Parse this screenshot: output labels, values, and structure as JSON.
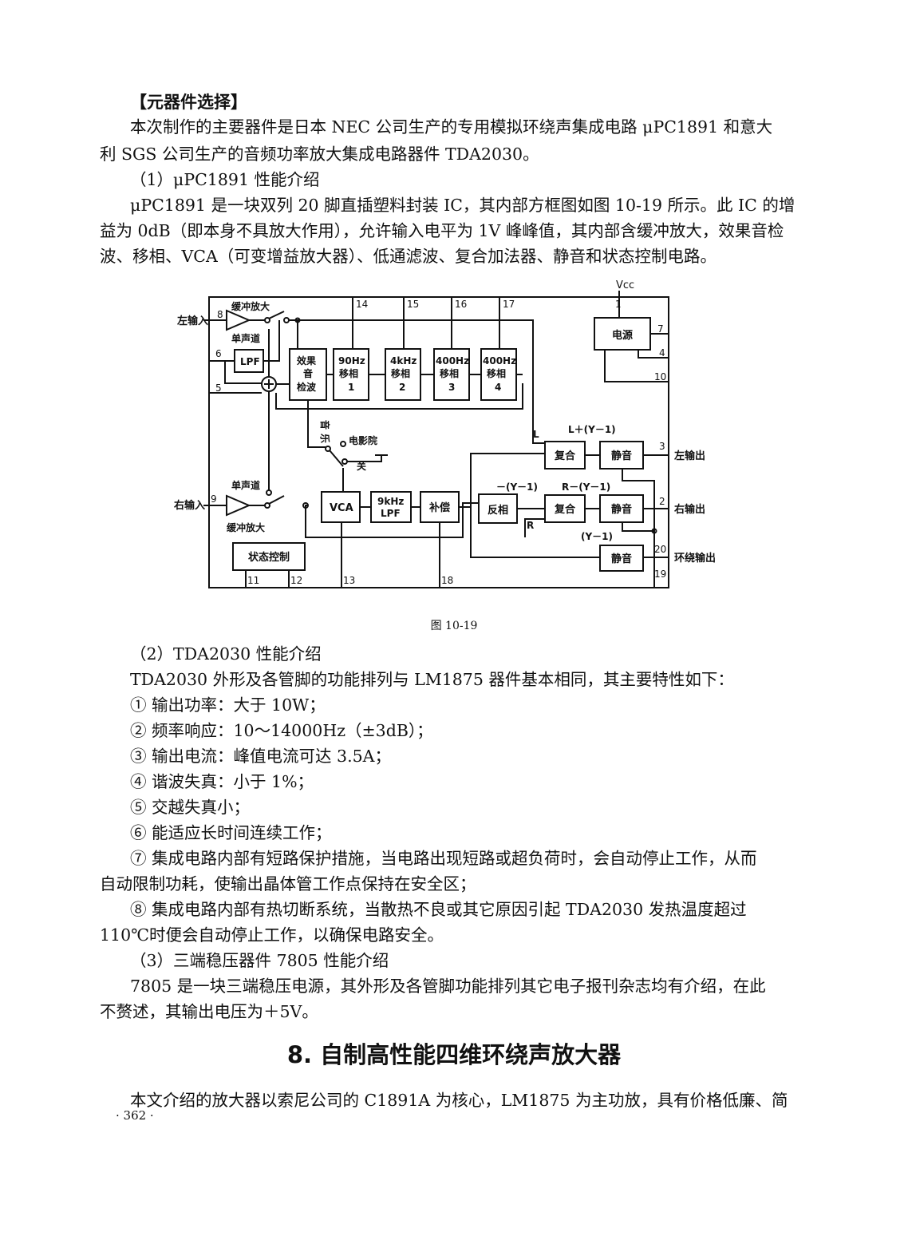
{
  "section": {
    "heading": "【元器件选择】",
    "intro_line1": "本次制作的主要器件是日本 NEC 公司生产的专用模拟环绕声集成电路 μPC1891 和意大",
    "intro_line2": "利 SGS 公司生产的音频功率放大集成电路器件 TDA2030。",
    "sub1_title": "（1）μPC1891 性能介绍",
    "sub1_line1": "μPC1891 是一块双列 20 脚直插塑料封装 IC，其内部方框图如图 10-19 所示。此 IC 的增",
    "sub1_line2": "益为 0dB（即本身不具放大作用），允许输入电平为 1V 峰峰值，其内部含缓冲放大，效果音检",
    "sub1_line3": "波、移相、VCA（可变增益放大器）、低通滤波、复合加法器、静音和状态控制电路。"
  },
  "diagram": {
    "caption": "图  10-19",
    "vcc": "Vcc",
    "left_input": "左输入",
    "right_input": "右输入",
    "buffer_amp_top": "缓冲放大",
    "buffer_amp_bottom": "缓冲放大",
    "mono_top": "单声道",
    "mono_bottom": "单声道",
    "lpf": "LPF",
    "effect_detect": [
      "效果",
      "音",
      "检波"
    ],
    "phase1": [
      "90Hz",
      "移相",
      "1"
    ],
    "phase2": [
      "4kHz",
      "移相",
      "2"
    ],
    "phase3": [
      "400Hz",
      "移相",
      "3"
    ],
    "phase4": [
      "400Hz",
      "移相",
      "4"
    ],
    "power": "电源",
    "music": [
      "音",
      "乐"
    ],
    "movie": "电影院",
    "off": "关",
    "vca": "VCA",
    "lpf9k": [
      "9kHz",
      "LPF"
    ],
    "compensate": "补偿",
    "invert": "反相",
    "combine_top": "复合",
    "combine_bottom": "复合",
    "mute_top": "静音",
    "mute_mid": "静音",
    "mute_bottom": "静音",
    "state_control": "状态控制",
    "label_L_plus": "L＋(Y－1)",
    "label_neg": "－(Y－1)",
    "label_R_minus": "R－(Y－1)",
    "label_Y": "(Y－1)",
    "label_L": "L",
    "label_R": "R",
    "left_out": "左输出",
    "right_out": "右输出",
    "surround_out": "环绕输出",
    "pins": {
      "p1": "1",
      "p2": "2",
      "p3": "3",
      "p4": "4",
      "p5": "5",
      "p6": "6",
      "p7": "7",
      "p8": "8",
      "p9": "9",
      "p10": "10",
      "p11": "11",
      "p12": "12",
      "p13": "13",
      "p14": "14",
      "p15": "15",
      "p16": "16",
      "p17": "17",
      "p18": "18",
      "p19": "19",
      "p20": "20"
    }
  },
  "tda": {
    "title": "（2）TDA2030 性能介绍",
    "line1": "TDA2030 外形及各管脚的功能排列与 LM1875 器件基本相同，其主要特性如下：",
    "items": [
      "① 输出功率：大于 10W；",
      "② 频率响应：10～14000Hz（±3dB）；",
      "③ 输出电流：峰值电流可达 3.5A；",
      "④ 谐波失真：小于 1%；",
      "⑤ 交越失真小；",
      "⑥ 能适应长时间连续工作；",
      "⑦ 集成电路内部有短路保护措施，当电路出现短路或超负荷时，会自动停止工作，从而",
      "自动限制功耗，使输出晶体管工作点保持在安全区；",
      "⑧ 集成电路内部有热切断系统，当散热不良或其它原因引起 TDA2030 发热温度超过",
      "110℃时便会自动停止工作，以确保电路安全。"
    ]
  },
  "reg": {
    "title": "（3）三端稳压器件 7805 性能介绍",
    "line1": "7805 是一块三端稳压电源，其外形及各管脚功能排列其它电子报刊杂志均有介绍，在此",
    "line2": "不赘述，其输出电压为＋5V。"
  },
  "chapter": {
    "title": "8. 自制高性能四维环绕声放大器",
    "line1": "本文介绍的放大器以索尼公司的 C1891A 为核心，LM1875 为主功放，具有价格低廉、简"
  },
  "page_number": "· 362 ·"
}
